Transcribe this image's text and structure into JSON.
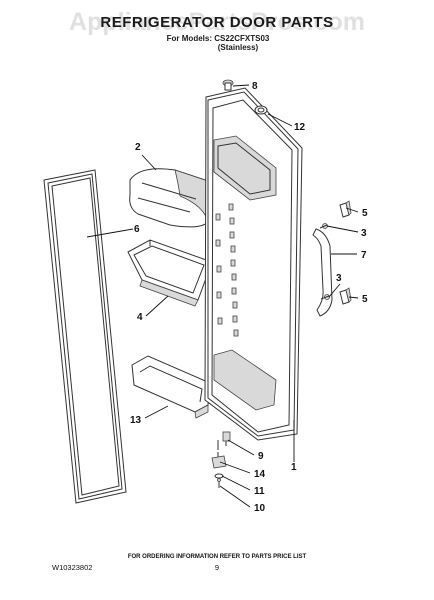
{
  "watermark": "AppliancePartsPros.com",
  "title": "REFRIGERATOR DOOR PARTS",
  "subtitle_line1": "For Models: CS22CFXTS03",
  "subtitle_line2": "(Stainless)",
  "callouts": {
    "c1": "1",
    "c2": "2",
    "c3a": "3",
    "c3b": "3",
    "c4": "4",
    "c5a": "5",
    "c5b": "5",
    "c6": "6",
    "c7": "7",
    "c8": "8",
    "c9": "9",
    "c10": "10",
    "c11": "11",
    "c12": "12",
    "c13": "13",
    "c14": "14"
  },
  "footer": {
    "doc_number": "W10323802",
    "ordering_note": "FOR ORDERING INFORMATION REFER TO PARTS PRICE LIST",
    "page_number": "9"
  }
}
